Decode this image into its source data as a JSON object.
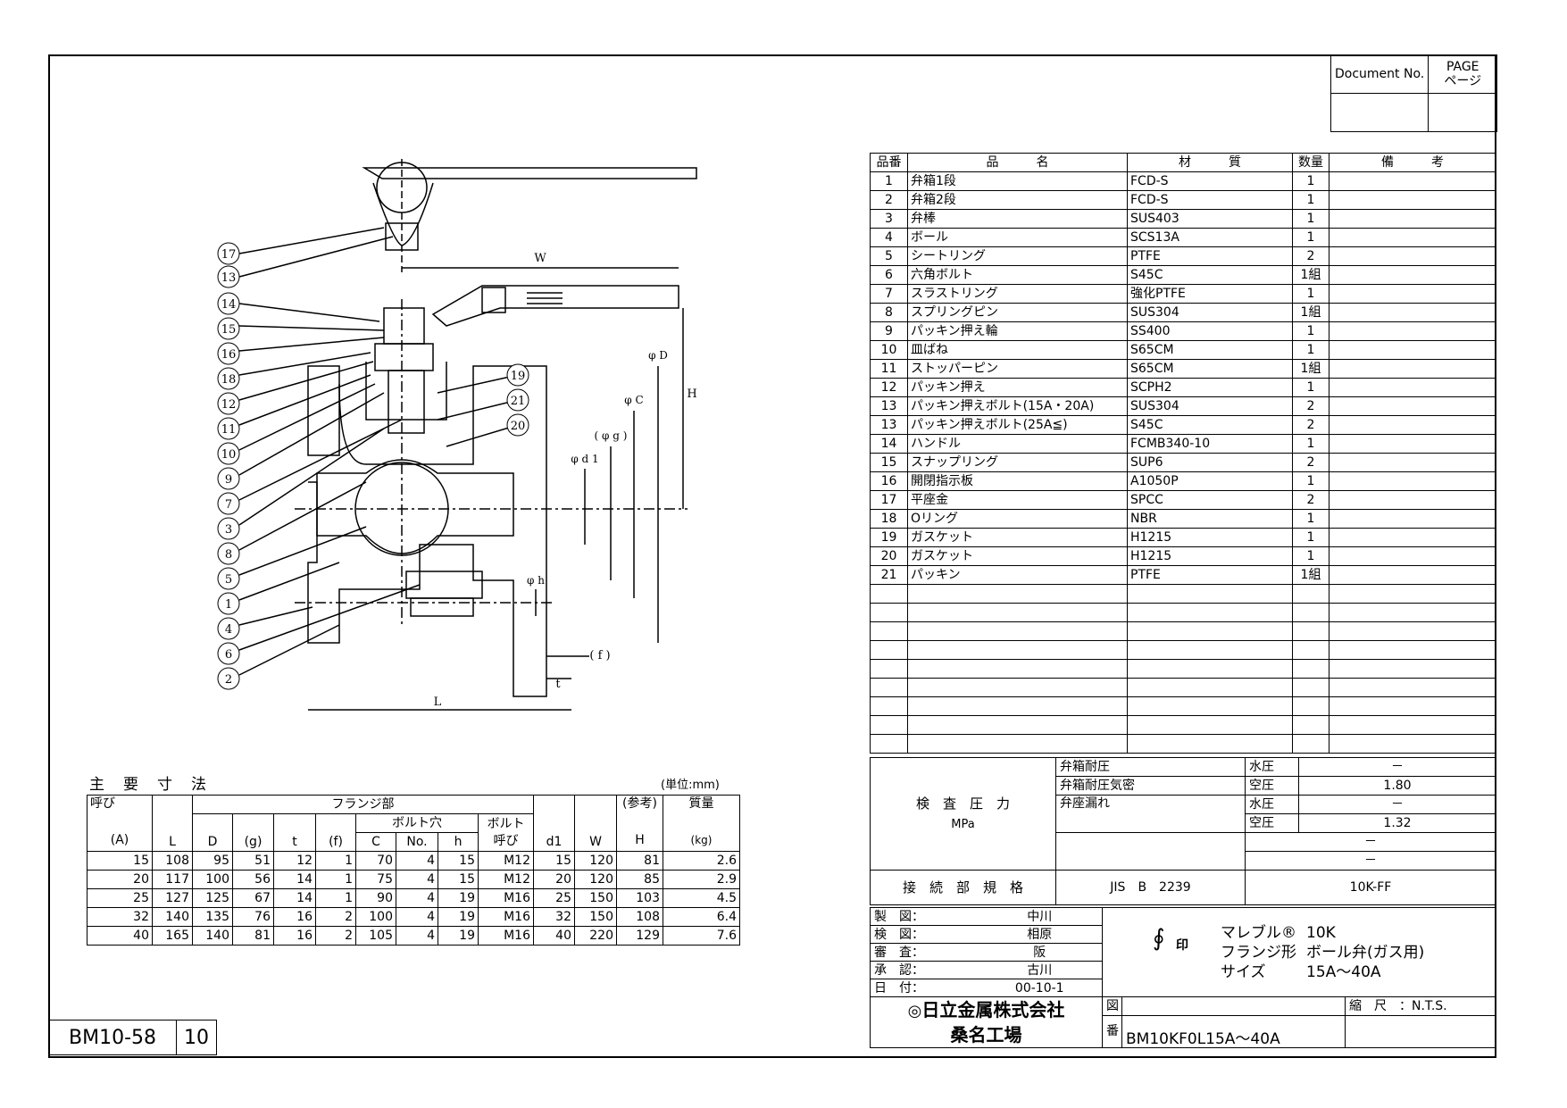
{
  "header": {
    "document_no_label": "Document No.",
    "page_label_en": "PAGE",
    "page_label_jp": "ページ"
  },
  "callouts": [
    "17",
    "13",
    "14",
    "15",
    "16",
    "18",
    "12",
    "11",
    "10",
    "9",
    "7",
    "3",
    "8",
    "5",
    "1",
    "4",
    "6",
    "2",
    "19",
    "21",
    "20"
  ],
  "drawing_labels": {
    "W": "W",
    "H": "H",
    "L": "L",
    "f": "( f )",
    "t": "t",
    "d1": "φ d 1",
    "g": "( φ g )",
    "C": "φ C",
    "D": "φ D",
    "h": "φ h"
  },
  "parts": {
    "headers": {
      "no": "品番",
      "name": "品　　　名",
      "material": "材　　　質",
      "qty": "数量",
      "remarks": "備　　　考"
    },
    "rows": [
      {
        "no": "1",
        "name": "弁箱1段",
        "material": "FCD-S",
        "qty": "1"
      },
      {
        "no": "2",
        "name": "弁箱2段",
        "material": "FCD-S",
        "qty": "1"
      },
      {
        "no": "3",
        "name": "弁棒",
        "material": "SUS403",
        "qty": "1"
      },
      {
        "no": "4",
        "name": "ボール",
        "material": "SCS13A",
        "qty": "1"
      },
      {
        "no": "5",
        "name": "シートリング",
        "material": "PTFE",
        "qty": "2"
      },
      {
        "no": "6",
        "name": "六角ボルト",
        "material": "S45C",
        "qty": "1組"
      },
      {
        "no": "7",
        "name": "スラストリング",
        "material": "強化PTFE",
        "qty": "1"
      },
      {
        "no": "8",
        "name": "スプリングピン",
        "material": "SUS304",
        "qty": "1組"
      },
      {
        "no": "9",
        "name": "パッキン押え輪",
        "material": "SS400",
        "qty": "1"
      },
      {
        "no": "10",
        "name": "皿ばね",
        "material": "S65CM",
        "qty": "1"
      },
      {
        "no": "11",
        "name": "ストッパーピン",
        "material": "S65CM",
        "qty": "1組"
      },
      {
        "no": "12",
        "name": "パッキン押え",
        "material": "SCPH2",
        "qty": "1"
      },
      {
        "no": "13",
        "name": "パッキン押えボルト(15A・20A)",
        "material": "SUS304",
        "qty": "2"
      },
      {
        "no": "13",
        "name": "パッキン押えボルト(25A≦)",
        "material": "S45C",
        "qty": "2"
      },
      {
        "no": "14",
        "name": "ハンドル",
        "material": "FCMB340-10",
        "qty": "1"
      },
      {
        "no": "15",
        "name": "スナップリング",
        "material": "SUP6",
        "qty": "2"
      },
      {
        "no": "16",
        "name": "開閉指示板",
        "material": "A1050P",
        "qty": "1"
      },
      {
        "no": "17",
        "name": "平座金",
        "material": "SPCC",
        "qty": "2"
      },
      {
        "no": "18",
        "name": "Oリング",
        "material": "NBR",
        "qty": "1"
      },
      {
        "no": "19",
        "name": "ガスケット",
        "material": "H1215",
        "qty": "1"
      },
      {
        "no": "20",
        "name": "ガスケット",
        "material": "H1215",
        "qty": "1"
      },
      {
        "no": "21",
        "name": "パッキン",
        "material": "PTFE",
        "qty": "1組"
      }
    ]
  },
  "inspection": {
    "label": "検　査　圧　力",
    "unit": "MPa",
    "rows": [
      {
        "item": "弁箱耐圧",
        "medium": "水圧",
        "value": "－"
      },
      {
        "item": "弁箱耐圧気密",
        "medium": "空圧",
        "value": "1.80"
      },
      {
        "item": "弁座漏れ",
        "medium": "水圧",
        "value": "－"
      },
      {
        "item": "",
        "medium": "空圧",
        "value": "1.32"
      },
      {
        "item": "",
        "medium": "",
        "value": "－"
      },
      {
        "item": "",
        "medium": "",
        "value": "－"
      }
    ],
    "conn_label": "接　続　部　規　格",
    "conn_std": "JIS　B　2239",
    "conn_type": "10K-FF"
  },
  "title_block": {
    "rows": [
      {
        "label": "製　図：",
        "value": "中川"
      },
      {
        "label": "検　図：",
        "value": "相原"
      },
      {
        "label": "審　査：",
        "value": "阪"
      },
      {
        "label": "承　認：",
        "value": "古川"
      },
      {
        "label": "日　付：",
        "value": "00-10-1"
      }
    ],
    "logo_mark": "印",
    "product": [
      {
        "k": "マレブル®",
        "v": "10K"
      },
      {
        "k": "フランジ形",
        "v": "ボール弁(ガス用)"
      },
      {
        "k": "サイズ",
        "v": "15A～40A"
      }
    ],
    "company": "日立金属株式会社",
    "factory": "桑名工場",
    "drawing_label1": "図",
    "drawing_label2": "番",
    "scale_label": "縮　尺　：",
    "scale": "N.T.S.",
    "drawing_no": "BM10KF0L15A～40A"
  },
  "dims": {
    "title": "主　要　寸　法",
    "unit": "(単位:mm)",
    "h": {
      "yobi": "呼び",
      "A": "(A)",
      "L": "L",
      "flange": "フランジ部",
      "D": "D",
      "g": "(g)",
      "t": "t",
      "f": "(f)",
      "hole": "ボルト穴",
      "C": "C",
      "No": "No.",
      "h": "h",
      "bolt": "ボルト",
      "bolt2": "呼び",
      "d1": "d1",
      "W": "W",
      "ref": "(参考)",
      "H": "H",
      "mass": "質量",
      "kg": "(kg)"
    },
    "rows": [
      [
        "15",
        "108",
        "95",
        "51",
        "12",
        "1",
        "70",
        "4",
        "15",
        "M12",
        "15",
        "120",
        "81",
        "2.6"
      ],
      [
        "20",
        "117",
        "100",
        "56",
        "14",
        "1",
        "75",
        "4",
        "15",
        "M12",
        "20",
        "120",
        "85",
        "2.9"
      ],
      [
        "25",
        "127",
        "125",
        "67",
        "14",
        "1",
        "90",
        "4",
        "19",
        "M16",
        "25",
        "150",
        "103",
        "4.5"
      ],
      [
        "32",
        "140",
        "135",
        "76",
        "16",
        "2",
        "100",
        "4",
        "19",
        "M16",
        "32",
        "150",
        "108",
        "6.4"
      ],
      [
        "40",
        "165",
        "140",
        "81",
        "16",
        "2",
        "105",
        "4",
        "19",
        "M16",
        "40",
        "220",
        "129",
        "7.6"
      ]
    ]
  },
  "footer": {
    "code": "BM10-58",
    "page": "10"
  }
}
